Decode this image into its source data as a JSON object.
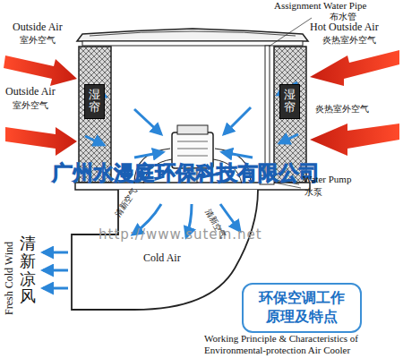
{
  "diagram": {
    "caption": "Working Principle & Characteristics of Environmental-protection Air Cooler",
    "nodes": [
      {
        "text": [
          "湿帘"
        ]
      },
      {
        "text": [
          "湿帘"
        ]
      },
      {
        "text": [
          "环保空调工作 原理及特点"
        ]
      }
    ],
    "edges": [],
    "labels": [
      "Assignment Water Pipe",
      "布水管",
      "Outside Air",
      "室外空气",
      "Hot Outside Air",
      "炎热室外空气",
      "Outside Air",
      "室外空气",
      "炎热室外空气",
      "广州水漫庭环保科技有限公司",
      "Water Pump",
      "水泵",
      "http://www.sutein.net",
      "清新空气",
      "清新空气",
      "Cold Air",
      "Fresh Cold Wind",
      "清新凉风"
    ]
  }
}
